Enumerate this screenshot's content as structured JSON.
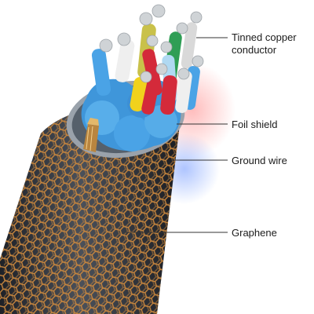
{
  "labels": {
    "conductor": "Tinned copper\nconductor",
    "foil_shield": "Foil shield",
    "ground_wire": "Ground wire",
    "graphene": "Graphene"
  },
  "colors": {
    "braid": "#c9873e",
    "jacket": "#2d3138",
    "insulation_blue": "#4aa3e6",
    "core_red": "#d42a3a",
    "core_green": "#2f9e55",
    "core_yellow": "#f1d21c",
    "core_white": "#efefef",
    "strand_silver": "#cfd3d6",
    "ground_copper": "#d7a557",
    "leader_line": "#333333"
  }
}
